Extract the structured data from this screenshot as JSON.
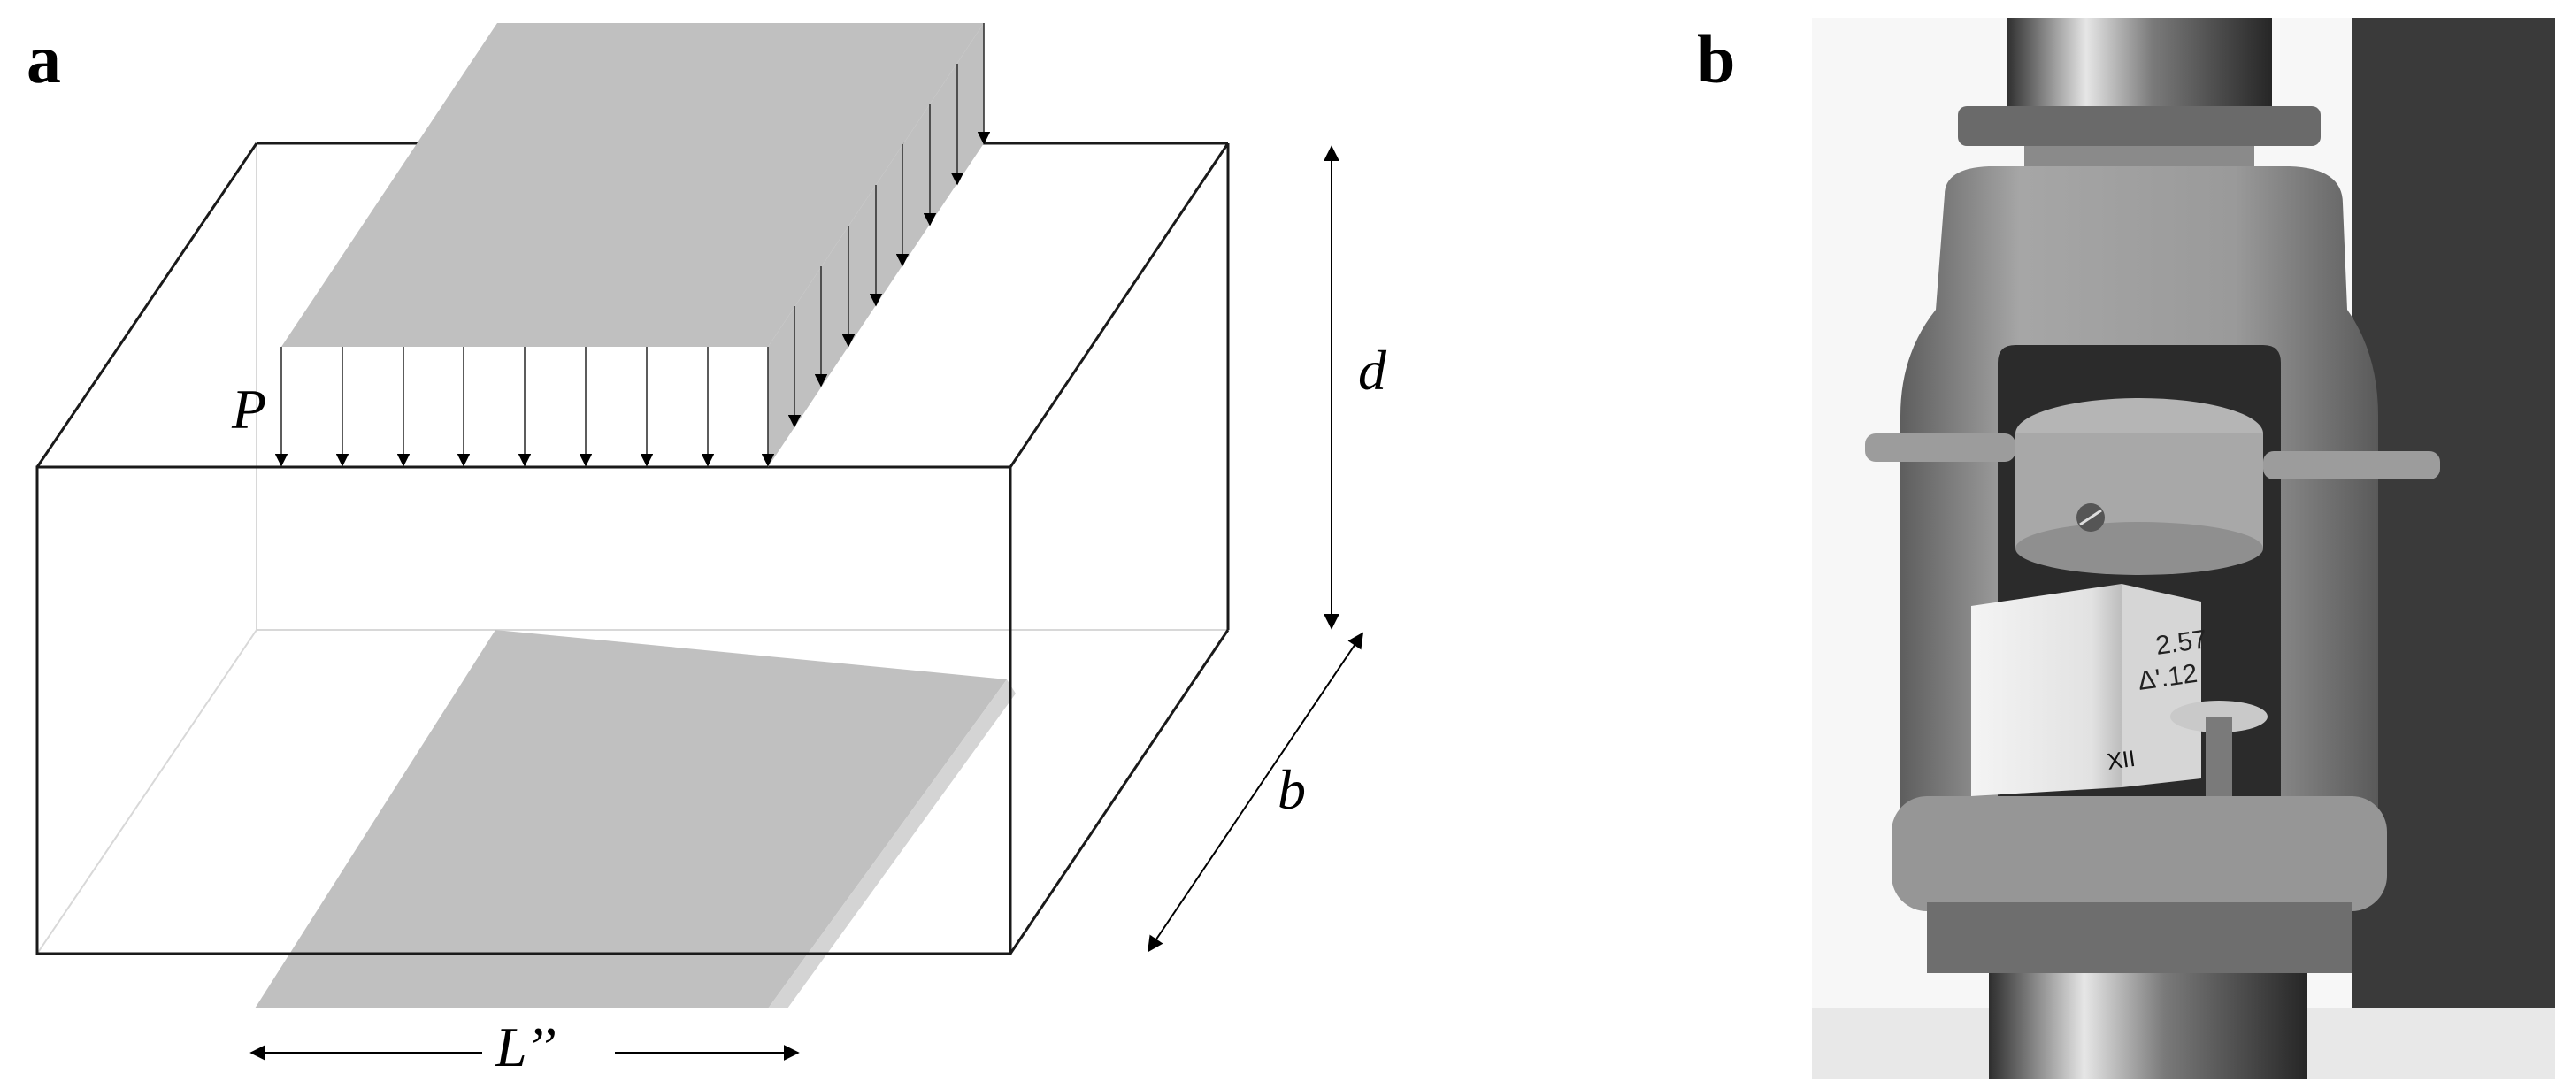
{
  "panels": {
    "a": {
      "letter": "a",
      "labels": {
        "load": "P",
        "depth": "d",
        "width": "b",
        "length": "L’’"
      }
    },
    "b": {
      "letter": "b",
      "specimen_markings": [
        "2.57",
        "Δ'.12",
        "XII"
      ]
    }
  },
  "colors": {
    "load_plate": "#c0c0c0",
    "box_edge": "#000000",
    "hidden_edge": "#d8d8d8",
    "machine_body": "#8f8f8f",
    "specimen": "#ececec"
  }
}
